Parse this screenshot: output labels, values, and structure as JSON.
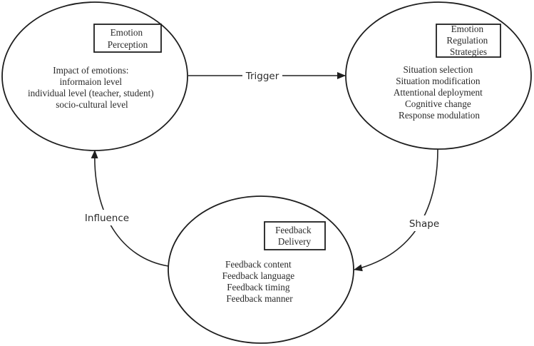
{
  "diagram": {
    "nodes": [
      {
        "id": "emotion-perception",
        "title_lines": [
          "Emotion",
          "Perception"
        ],
        "items": [
          "Impact of emotions:",
          "informaion level",
          "individual level (teacher, student)",
          "socio-cultural level"
        ]
      },
      {
        "id": "emotion-regulation-strategies",
        "title_lines": [
          "Emotion",
          "Regulation",
          "Strategies"
        ],
        "items": [
          "Situation selection",
          "Situation modification",
          "Attentional deployment",
          "Cognitive change",
          "Response modulation"
        ]
      },
      {
        "id": "feedback-delivery",
        "title_lines": [
          "Feedback",
          "Delivery"
        ],
        "items": [
          "Feedback content",
          "Feedback language",
          "Feedback timing",
          "Feedback manner"
        ]
      }
    ],
    "edges": [
      {
        "from": "emotion-perception",
        "to": "emotion-regulation-strategies",
        "label": "Trigger"
      },
      {
        "from": "emotion-regulation-strategies",
        "to": "feedback-delivery",
        "label": "Shape"
      },
      {
        "from": "feedback-delivery",
        "to": "emotion-perception",
        "label": "Influence"
      }
    ],
    "colors": {
      "stroke": "#1e1e1e",
      "text": "#2a2a2a",
      "background": "#ffffff"
    }
  }
}
